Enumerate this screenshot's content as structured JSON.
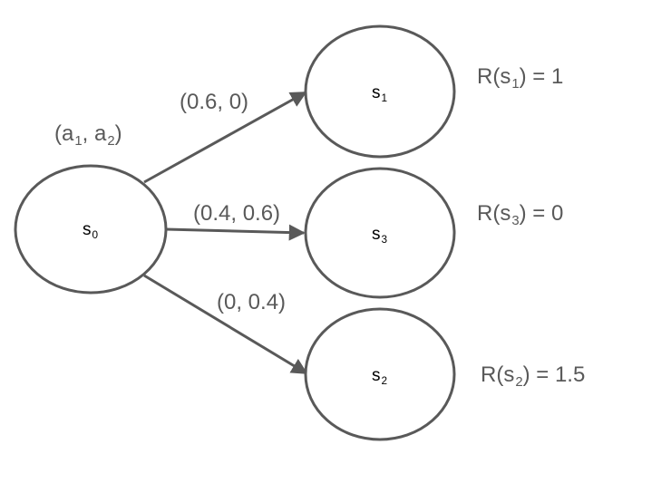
{
  "action_vector": {
    "open": "(a",
    "sub1": "1",
    "sep": ", a",
    "sub2": "2",
    "close": ")"
  },
  "nodes": {
    "s0": {
      "base": "s",
      "sub": "0"
    },
    "s1": {
      "base": "s",
      "sub": "1"
    },
    "s3": {
      "base": "s",
      "sub": "3"
    },
    "s2": {
      "base": "s",
      "sub": "2"
    }
  },
  "edges": {
    "to_s1": "(0.6, 0)",
    "to_s3": "(0.4, 0.6)",
    "to_s2": "(0, 0.4)"
  },
  "rewards": {
    "s1": {
      "pre": "R(s",
      "sub": "1",
      "post": ") = 1"
    },
    "s3": {
      "pre": "R(s",
      "sub": "3",
      "post": ") = 0"
    },
    "s2": {
      "pre": "R(s",
      "sub": "2",
      "post": ") = 1.5"
    }
  }
}
